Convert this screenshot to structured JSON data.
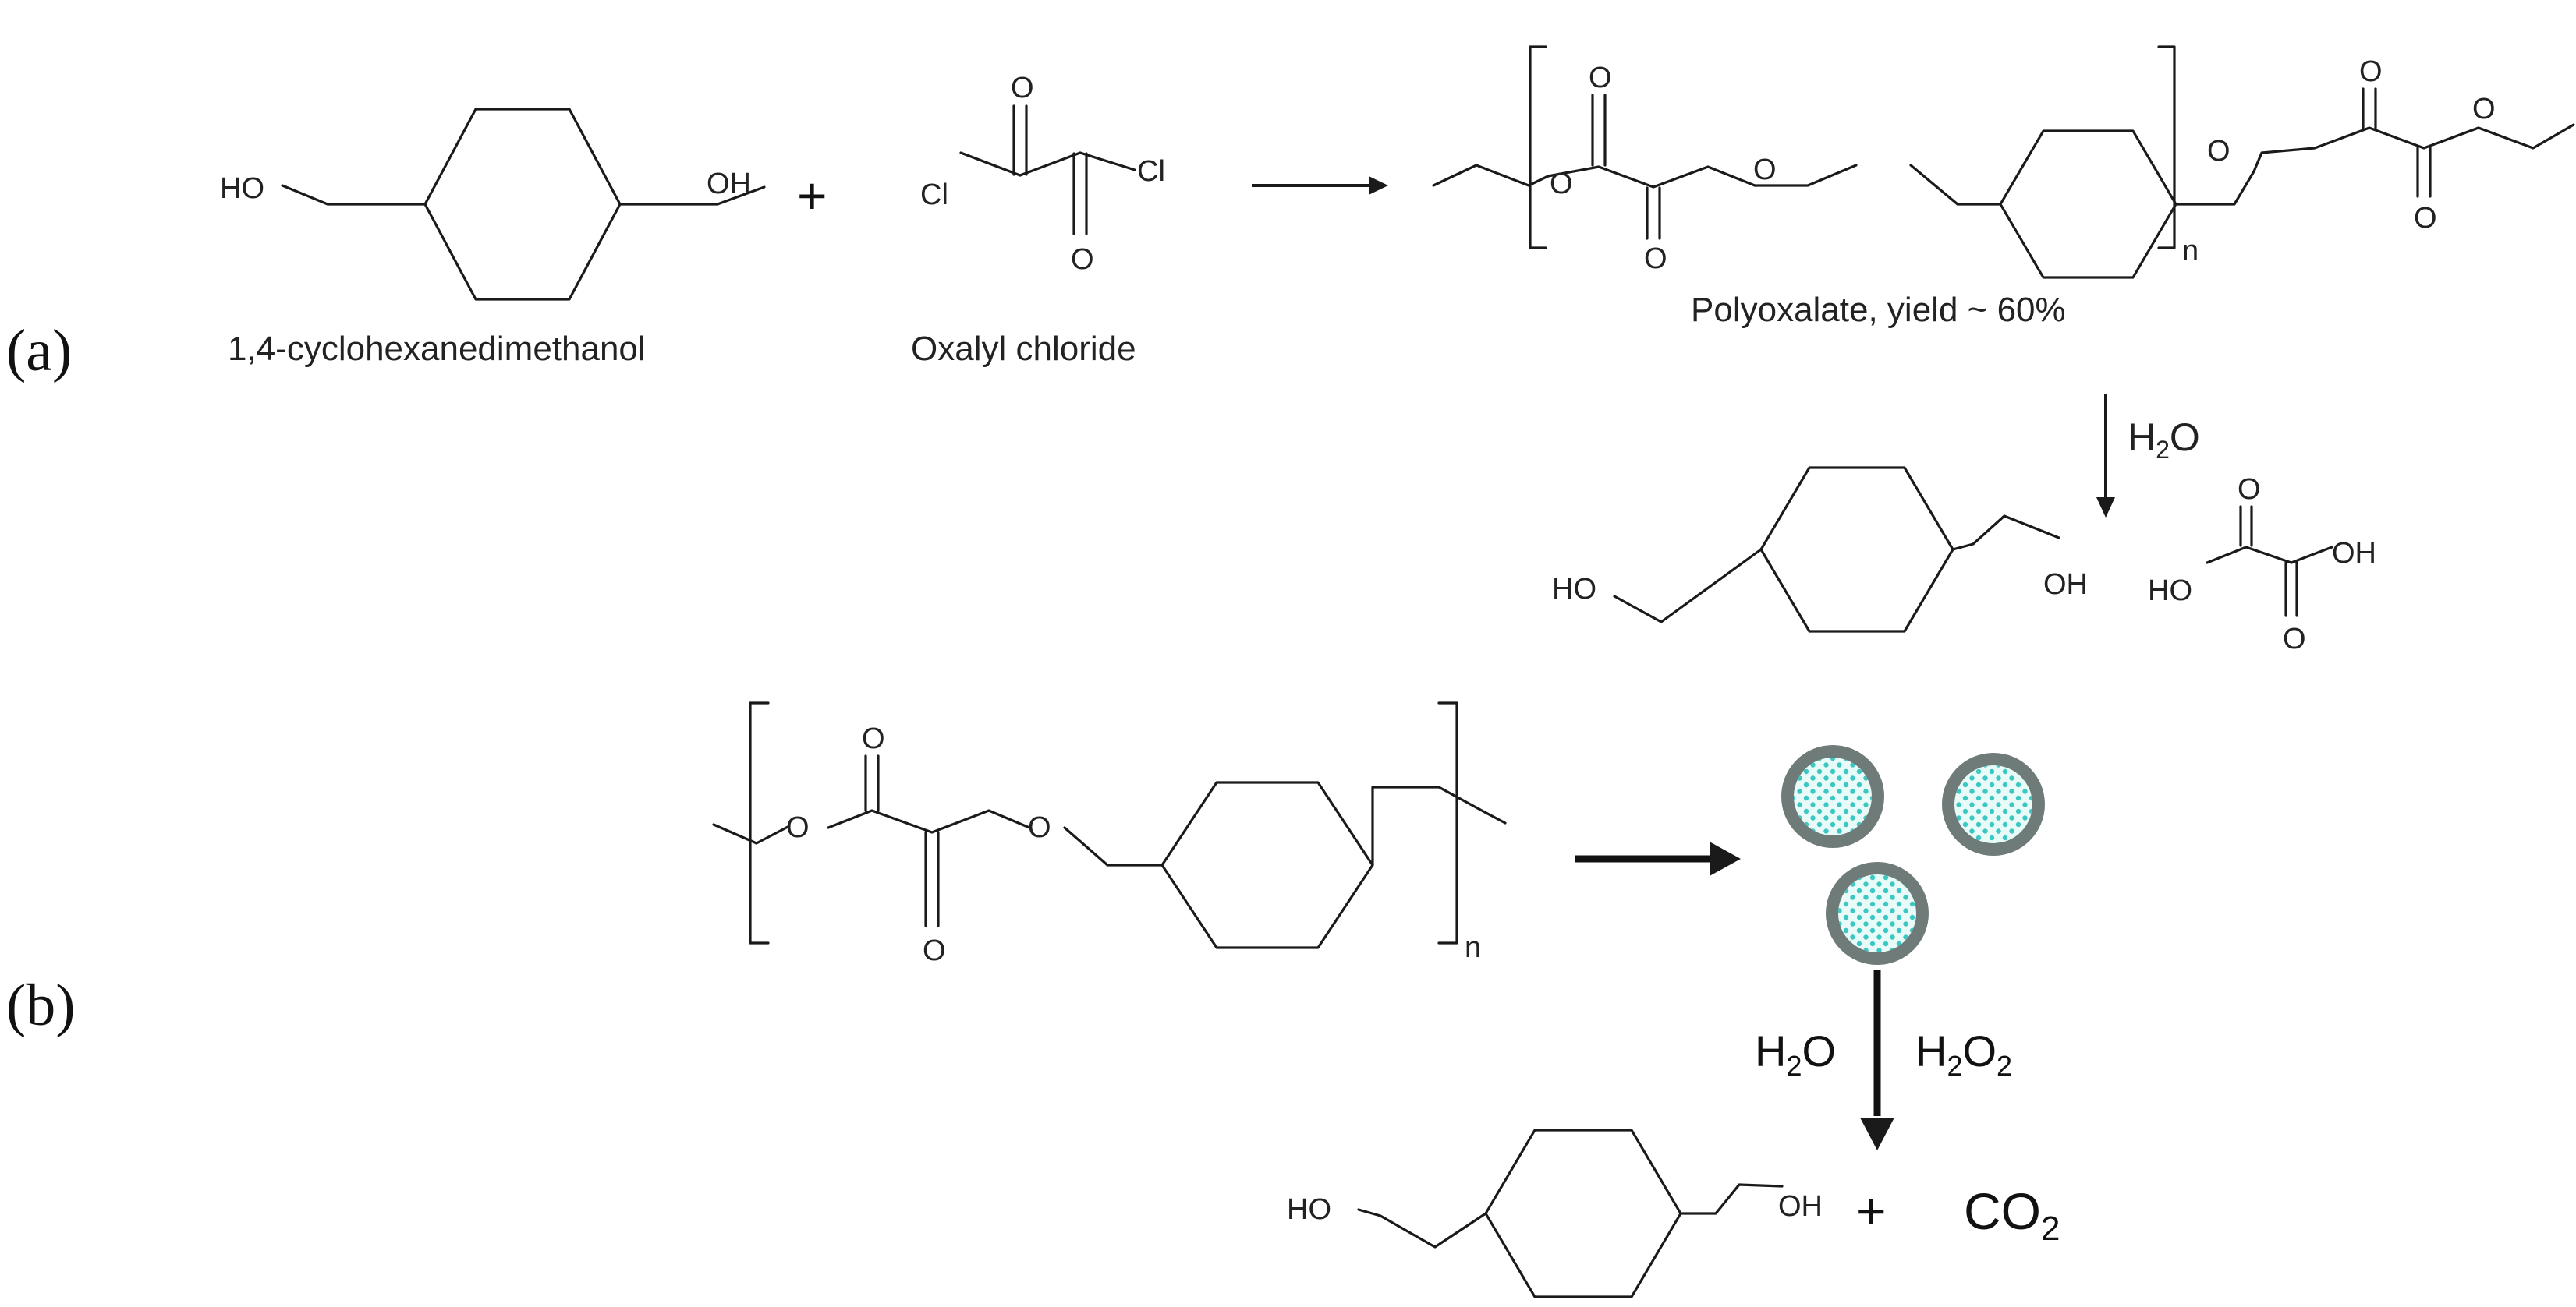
{
  "panels": {
    "a": "(a)",
    "b": "(b)"
  },
  "labels": {
    "diol": "1,4-cyclohexanedimethanol",
    "oxalyl": "Oxalyl chloride",
    "polymer": "Polyoxalate, yield ~ 60%"
  },
  "atoms": {
    "oh": "OH",
    "ho": "HO",
    "o": "O",
    "cl": "Cl",
    "n": "n"
  },
  "symbols": {
    "plus": "+"
  },
  "reagents": {
    "h": "H",
    "o": "O",
    "sub2": "2",
    "co2_c": "CO"
  },
  "colors": {
    "particle_shell": "#6e7b78",
    "particle_core": "#e9fbf8",
    "particle_dots": "#3cc8c2"
  }
}
